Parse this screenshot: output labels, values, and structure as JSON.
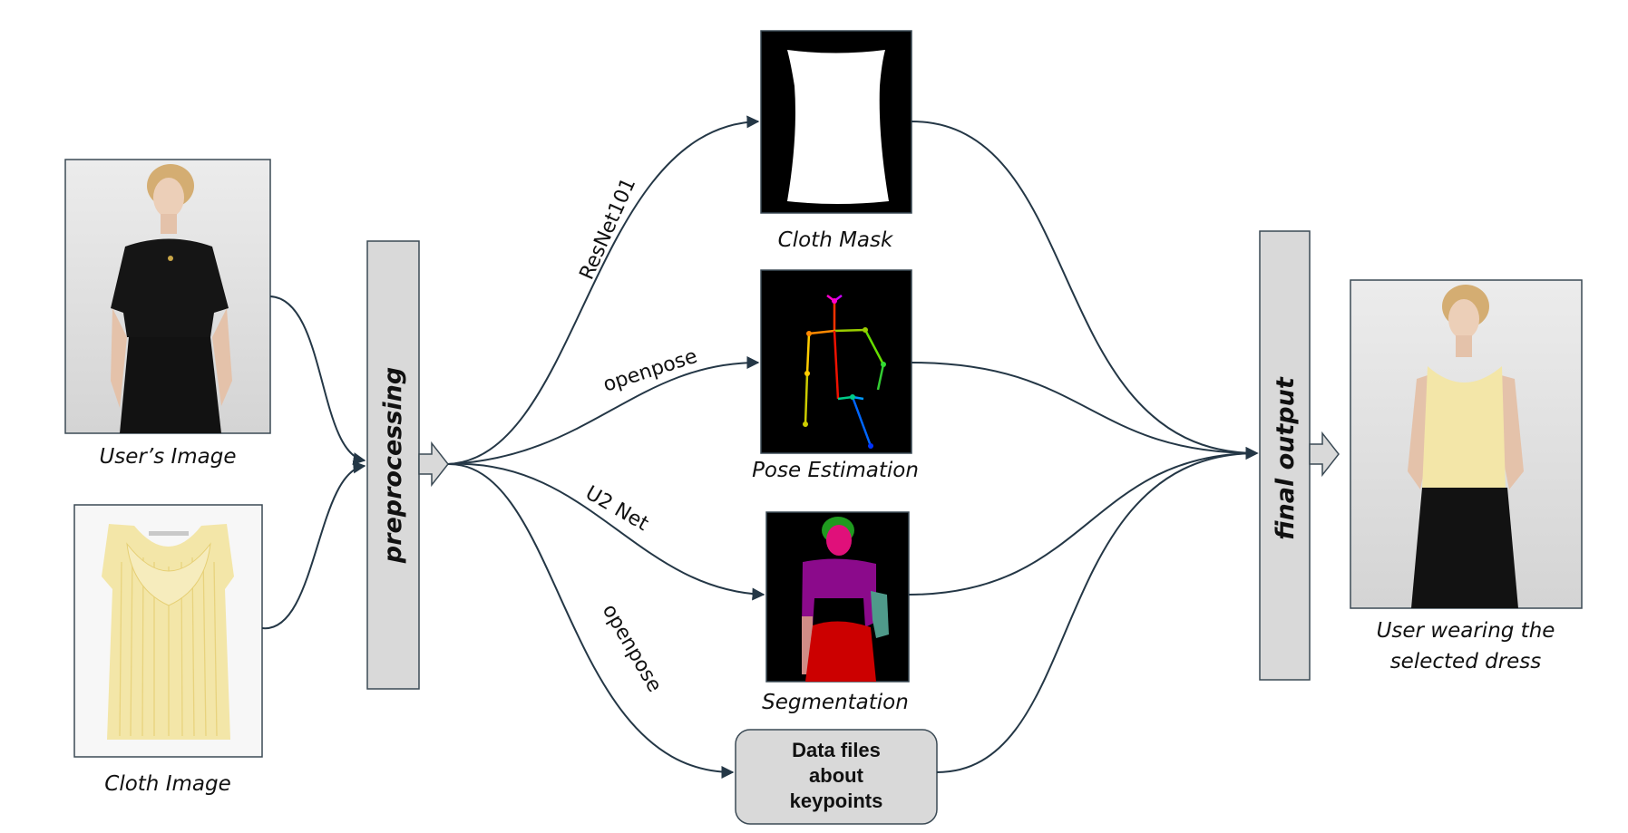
{
  "captions": {
    "user_image": "User’s Image",
    "cloth_image": "Cloth Image",
    "cloth_mask": "Cloth Mask",
    "pose_estimation": "Pose Estimation",
    "segmentation": "Segmentation",
    "output_line1": "User wearing the",
    "output_line2": "selected dress"
  },
  "stages": {
    "preprocessing": "preprocessing",
    "final_output": "final output"
  },
  "edge_labels": {
    "resnet": "ResNet101",
    "openpose_pose": "openpose",
    "u2net": "U2 Net",
    "openpose_keypoints": "openpose"
  },
  "keypoints_box": {
    "line1": "Data files",
    "line2": "about",
    "line3": "keypoints"
  },
  "colors": {
    "arrow": "#243746",
    "panel_gray": "#d9d9d9",
    "frame": "#3b4a55",
    "garment_yellow": "#f3e6a8",
    "seg_purple": "#8b0a8b",
    "seg_red": "#cc0000",
    "seg_green": "#1f9a1f",
    "seg_magenta": "#e0107a",
    "seg_teal": "#4f9a8a",
    "seg_skin": "#cf8c86"
  }
}
